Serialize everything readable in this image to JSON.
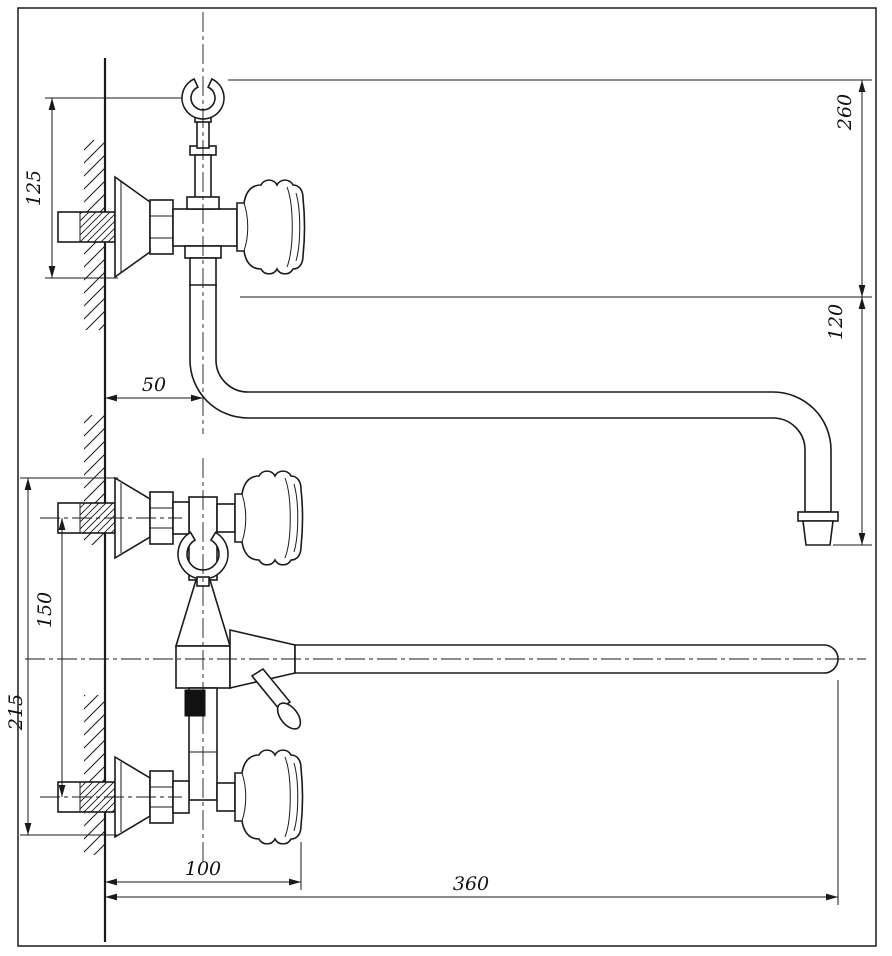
{
  "drawing": {
    "background": "#ffffff",
    "line_color": "#1a1a1a"
  },
  "dims": {
    "d125": "125",
    "d260": "260",
    "d120": "120",
    "d50": "50",
    "d150": "150",
    "d215": "215",
    "d100": "100",
    "d360": "360"
  }
}
